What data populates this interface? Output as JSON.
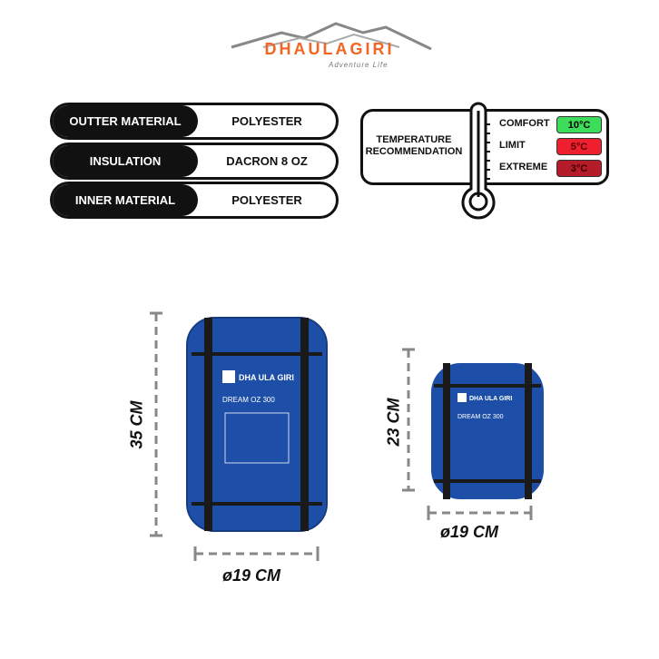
{
  "brand": {
    "name": "DHAULAGIRI",
    "tagline": "Adventure Life",
    "accent": "#f26522"
  },
  "specs": [
    {
      "label": "OUTTER MATERIAL",
      "value": "POLYESTER"
    },
    {
      "label": "INSULATION",
      "value": "DACRON 8 OZ"
    },
    {
      "label": "INNER MATERIAL",
      "value": "POLYESTER"
    }
  ],
  "temperature": {
    "title_line1": "TEMPERATURE",
    "title_line2": "RECOMMENDATION",
    "levels": [
      {
        "label": "COMFORT",
        "value": "10°C",
        "color": "#3ddc5a"
      },
      {
        "label": "LIMIT",
        "value": "5°C",
        "color": "#ee2030"
      },
      {
        "label": "EXTREME",
        "value": "3°C",
        "color": "#b51c2a"
      }
    ]
  },
  "products": [
    {
      "height": "35 CM",
      "diameter": "ø19 CM",
      "bag_label": "DHA ULA GIRI",
      "model": "DREAM OZ 300"
    },
    {
      "height": "23 CM",
      "diameter": "ø19 CM",
      "bag_label": "DHA ULA GIRI",
      "model": "DREAM OZ 300"
    }
  ]
}
